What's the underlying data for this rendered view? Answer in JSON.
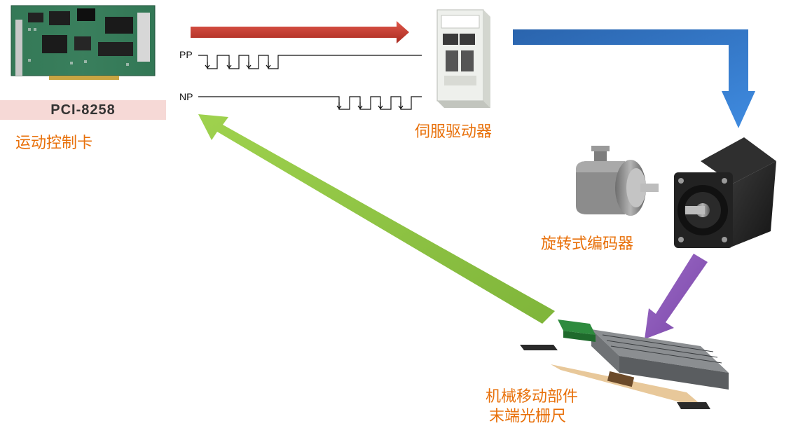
{
  "card": {
    "model": "PCI-8258",
    "label": "运动控制卡"
  },
  "driver": {
    "label": "伺服驱动器"
  },
  "encoder": {
    "label": "旋转式编码器"
  },
  "mechanism": {
    "label_line1": "机械移动部件",
    "label_line2": "末端光栅尺"
  },
  "signals": {
    "pp": "PP",
    "np": "NP"
  },
  "colors": {
    "label": "#e8700a",
    "arrow_red": "#c0392b",
    "arrow_blue": "#2f6fb5",
    "arrow_green": "#8cc63e",
    "arrow_purple": "#8e5bb5"
  }
}
